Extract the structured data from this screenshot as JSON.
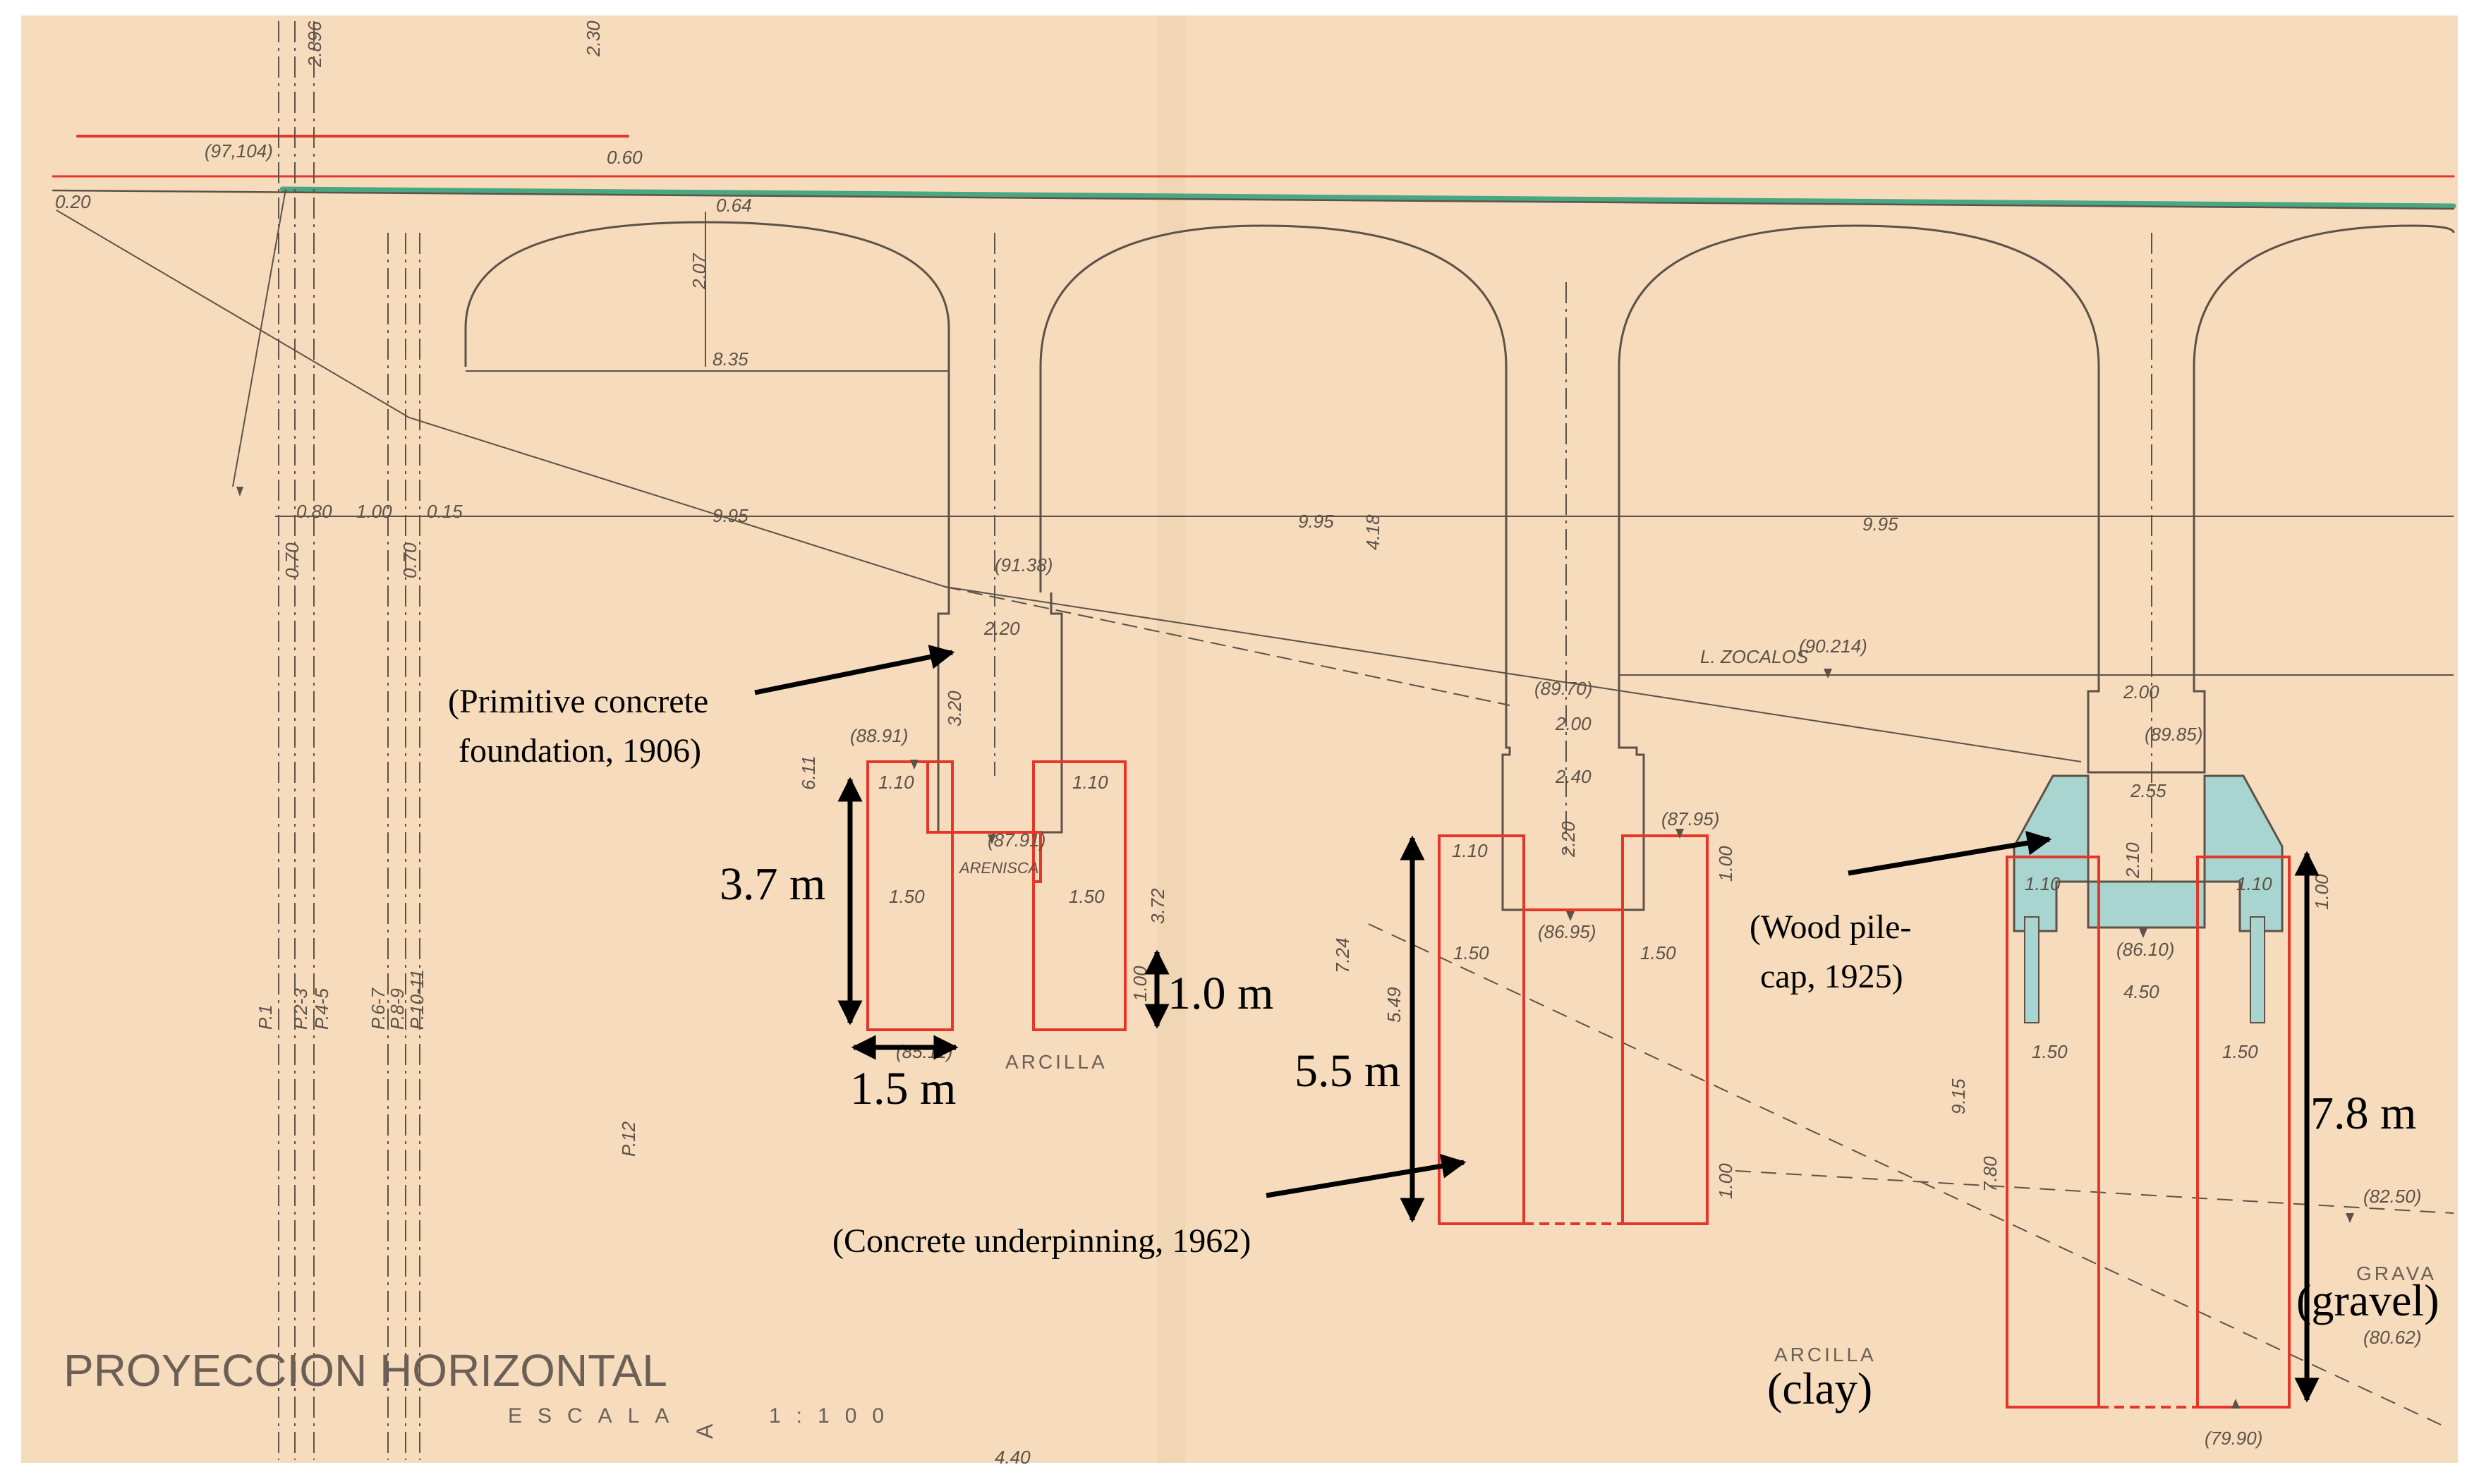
{
  "drawing": {
    "title": "PROYECCION HORIZONTAL",
    "scale_word": "ESCALA",
    "scale_value": "1:100",
    "paper_color": "#f6dcbc",
    "line_color": "#5d5148",
    "foundation_color": "#e5362a",
    "pilecap_color": "#a9d5d0",
    "top_rail_color": "#2c9e78"
  },
  "dims": {
    "top": [
      "(97,104)",
      "0.20",
      "2.896",
      "2.30",
      "0.60",
      "0.64"
    ],
    "span1": [
      "2.07",
      "8.35"
    ],
    "stations": [
      "0.80",
      "1.00",
      "0.15",
      "0.70",
      "0.70"
    ],
    "spans": [
      "9.95",
      "9.95",
      "9.95"
    ],
    "pier1": [
      "(91.38)",
      "2.20",
      "3.20",
      "(88.91)",
      "1.10",
      "1.10",
      "6.11",
      "(87.91)",
      "ARENISCA",
      "1.50",
      "1.50",
      "3.72",
      "1.00",
      "(85.11)",
      "ARCILLA"
    ],
    "pier2": [
      "4.18",
      "(89.70)",
      "2.00",
      "2.40",
      "2.20",
      "(87.95)",
      "1.10",
      "1.00",
      "(86.95)",
      "1.50",
      "1.50",
      "7.24",
      "5.49",
      "1.00"
    ],
    "pier3": [
      "L. ZOCALOS",
      "(90.214)",
      "2.00",
      "(89.85)",
      "2.10",
      "2.55",
      "1.10",
      "1.10",
      "(86.10)",
      "4.50",
      "1.50",
      "1.50",
      "1.00",
      "9.15",
      "7.80",
      "(82.50)",
      "GRAVA",
      "(80.62)",
      "ARCILLA",
      "(79.90)",
      "A"
    ],
    "profiles": [
      "P.1",
      "P.2-3",
      "P.4-5",
      "P.6-7",
      "P.8-9",
      "P.10-11",
      "P.12"
    ],
    "bottom": "4.40"
  },
  "annotations": {
    "primitive": [
      "(Primitive concrete",
      "foundation, 1906)"
    ],
    "woodcap": [
      "(Wood pile-",
      "cap, 1925)"
    ],
    "underpinning": "(Concrete underpinning, 1962)",
    "gravel": "(gravel)",
    "clay": "(clay)"
  },
  "measurements": {
    "m37": "3.7 m",
    "m10": "1.0 m",
    "m15": "1.5 m",
    "m55": "5.5 m",
    "m78": "7.8 m"
  }
}
